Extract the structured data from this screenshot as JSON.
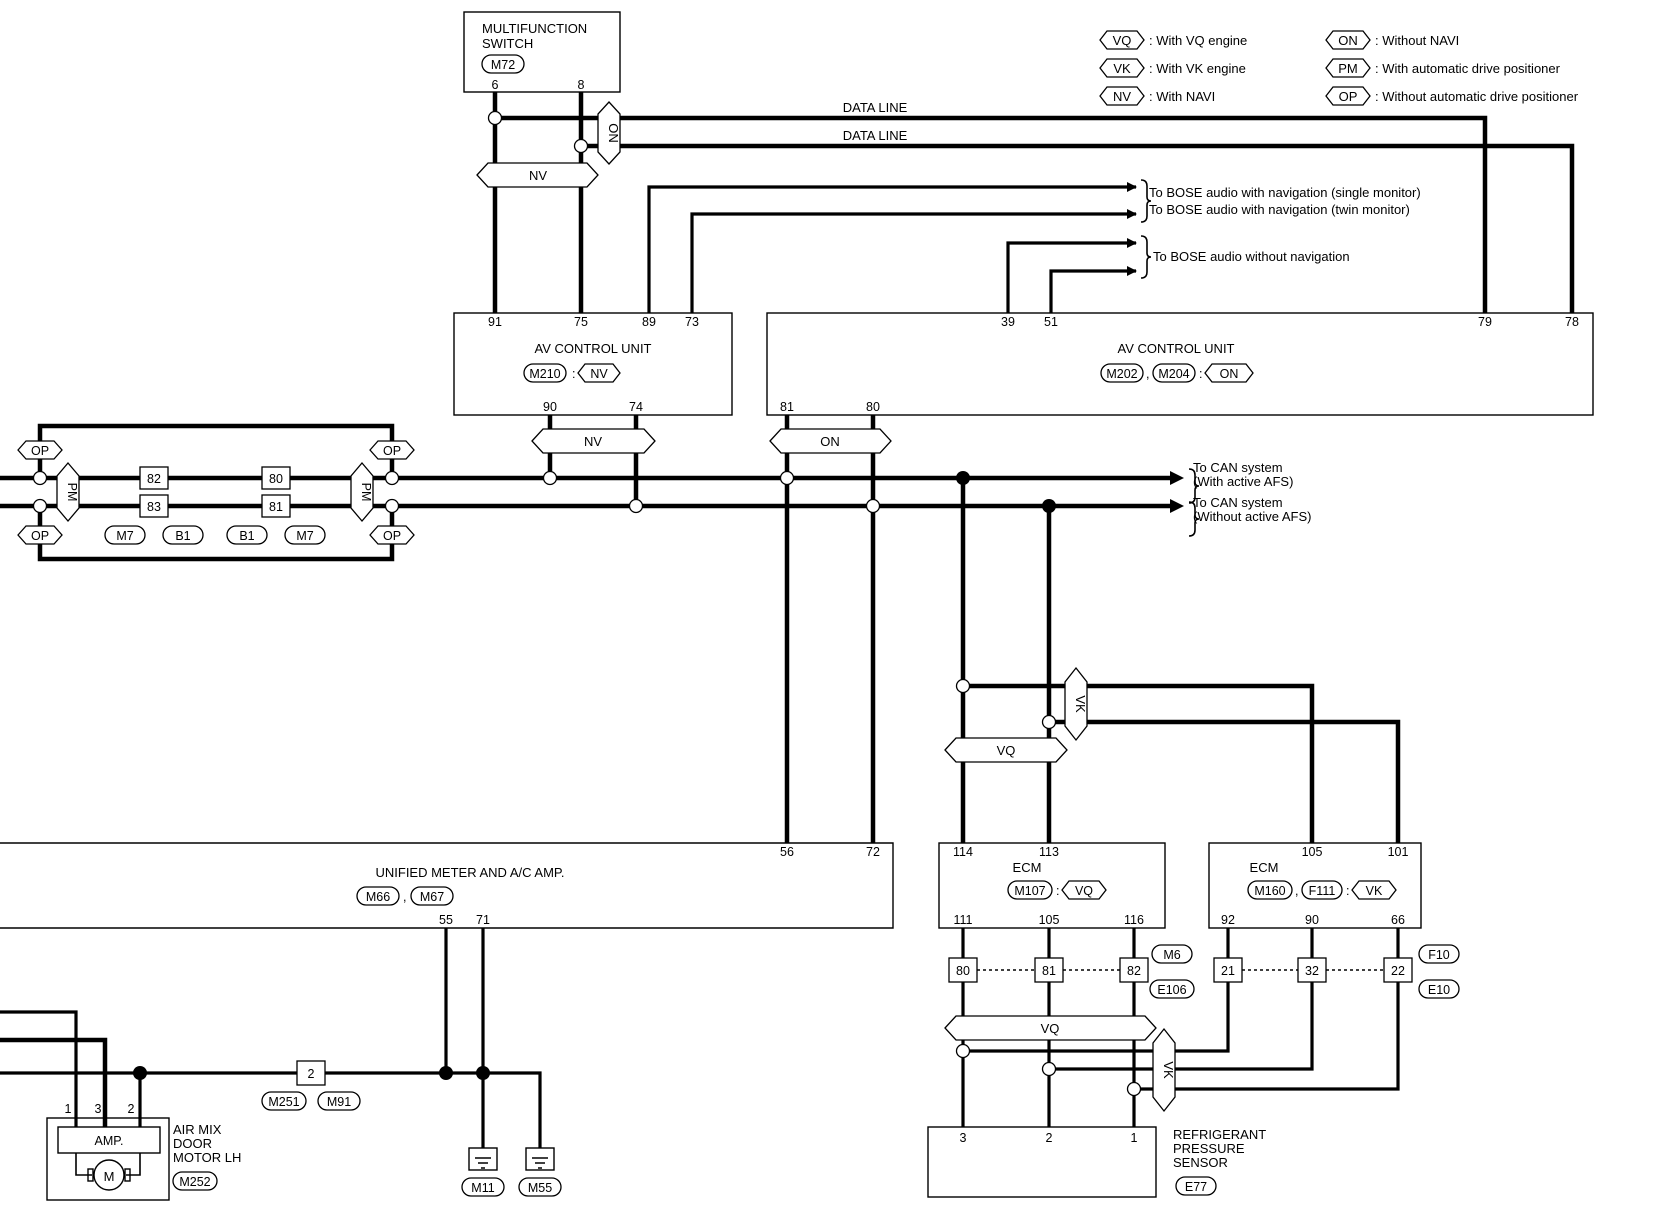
{
  "legend": [
    {
      "code": "VQ",
      "text": ": With VQ engine"
    },
    {
      "code": "VK",
      "text": ": With VK engine"
    },
    {
      "code": "NV",
      "text": ": With NAVI"
    },
    {
      "code": "ON",
      "text": ": Without NAVI"
    },
    {
      "code": "PM",
      "text": ": With automatic drive positioner"
    },
    {
      "code": "OP",
      "text": ": Without automatic drive positioner"
    }
  ],
  "multifunction_switch": {
    "line1": "MULTIFUNCTION",
    "line2": "SWITCH",
    "connector": "M72",
    "pin_a": "6",
    "pin_b": "8"
  },
  "data_line": {
    "label1": "DATA LINE",
    "label2": "DATA LINE"
  },
  "tags": {
    "nv": "NV",
    "on": "ON",
    "vq": "VQ",
    "vk": "VK",
    "pm": "PM",
    "op": "OP"
  },
  "bose": {
    "single": "To BOSE audio with navigation (single monitor)",
    "twin": "To BOSE audio with navigation (twin monitor)",
    "without": "To BOSE audio without navigation"
  },
  "av_nv": {
    "title": "AV CONTROL UNIT",
    "connector": "M210",
    "pins_top": [
      "91",
      "75",
      "89",
      "73"
    ],
    "pins_bottom": [
      "90",
      "74"
    ]
  },
  "av_on": {
    "title": "AV CONTROL UNIT",
    "connector1": "M202",
    "connector2": "M204",
    "pins_top": [
      "39",
      "51",
      "79",
      "78"
    ],
    "pins_bottom": [
      "81",
      "80"
    ]
  },
  "can": {
    "active_1": "To CAN system",
    "active_2": "(With active AFS)",
    "without_1": "To CAN system",
    "without_2": "(Without active AFS)"
  },
  "joint": {
    "pins_a": [
      "82",
      "83"
    ],
    "pins_b": [
      "80",
      "81"
    ],
    "connectors": [
      "M7",
      "B1",
      "B1",
      "M7"
    ]
  },
  "meter": {
    "title": "UNIFIED METER AND A/C AMP.",
    "connector1": "M66",
    "connector2": "M67",
    "pins_top": [
      "56",
      "72"
    ],
    "pins_bottom": [
      "55",
      "71"
    ]
  },
  "ecm_vq": {
    "title": "ECM",
    "connector": "M107",
    "pins_top": [
      "114",
      "113"
    ],
    "pins_bottom": [
      "111",
      "105",
      "116"
    ],
    "joint_pins": [
      "80",
      "81",
      "82"
    ],
    "joint_connectors": [
      "M6",
      "E106"
    ]
  },
  "ecm_vk": {
    "title": "ECM",
    "connector1": "M160",
    "connector2": "F111",
    "pins_top": [
      "105",
      "101"
    ],
    "pins_bottom": [
      "92",
      "90",
      "66"
    ],
    "joint_pins": [
      "21",
      "32",
      "22"
    ],
    "joint_connectors": [
      "F10",
      "E10"
    ]
  },
  "sensor": {
    "line1": "REFRIGERANT",
    "line2": "PRESSURE",
    "line3": "SENSOR",
    "connector": "E77",
    "pins": [
      "3",
      "2",
      "1"
    ]
  },
  "motor": {
    "line1": "AIR MIX",
    "line2": "DOOR",
    "line3": "MOTOR LH",
    "connector": "M252",
    "amp": "AMP.",
    "m": "M",
    "pins": [
      "1",
      "3",
      "2"
    ]
  },
  "splice": {
    "pin": "2",
    "connectors": [
      "M251",
      "M91"
    ]
  },
  "grounds": [
    "M11",
    "M55"
  ]
}
